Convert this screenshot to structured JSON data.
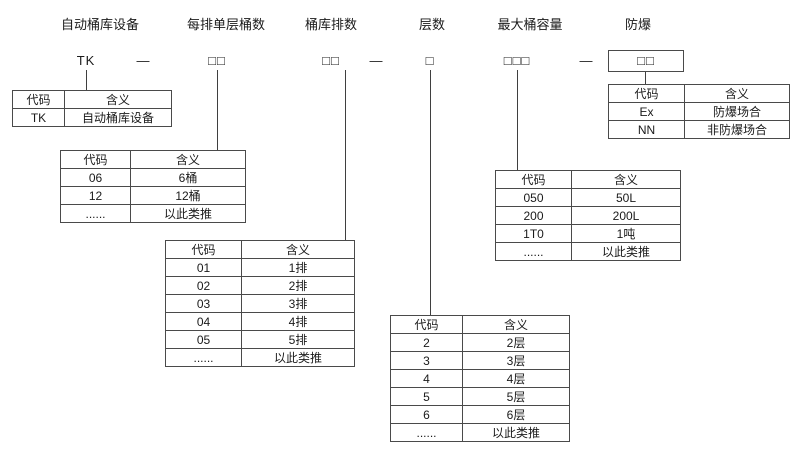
{
  "diagram": {
    "separator": "—",
    "segments": [
      {
        "label": "自动桶库设备",
        "code": "TK"
      },
      {
        "label": "每排单层桶数",
        "code": "□□"
      },
      {
        "label": "桶库排数",
        "code": "□□"
      },
      {
        "label": "层数",
        "code": "□"
      },
      {
        "label": "最大桶容量",
        "code": "□□□"
      },
      {
        "label": "防爆",
        "code": "□□"
      }
    ],
    "tables": [
      {
        "name": "自动桶库设备",
        "headers": [
          "代码",
          "含义"
        ],
        "rows": [
          [
            "TK",
            "自动桶库设备"
          ]
        ]
      },
      {
        "name": "每排单层桶数",
        "headers": [
          "代码",
          "含义"
        ],
        "rows": [
          [
            "06",
            "6桶"
          ],
          [
            "12",
            "12桶"
          ],
          [
            "......",
            "以此类推"
          ]
        ]
      },
      {
        "name": "桶库排数",
        "headers": [
          "代码",
          "含义"
        ],
        "rows": [
          [
            "01",
            "1排"
          ],
          [
            "02",
            "2排"
          ],
          [
            "03",
            "3排"
          ],
          [
            "04",
            "4排"
          ],
          [
            "05",
            "5排"
          ],
          [
            "......",
            "以此类推"
          ]
        ]
      },
      {
        "name": "层数",
        "headers": [
          "代码",
          "含义"
        ],
        "rows": [
          [
            "2",
            "2层"
          ],
          [
            "3",
            "3层"
          ],
          [
            "4",
            "4层"
          ],
          [
            "5",
            "5层"
          ],
          [
            "6",
            "6层"
          ],
          [
            "......",
            "以此类推"
          ]
        ]
      },
      {
        "name": "最大桶容量",
        "headers": [
          "代码",
          "含义"
        ],
        "rows": [
          [
            "050",
            "50L"
          ],
          [
            "200",
            "200L"
          ],
          [
            "1T0",
            "1吨"
          ],
          [
            "......",
            "以此类推"
          ]
        ]
      },
      {
        "name": "防爆",
        "headers": [
          "代码",
          "含义"
        ],
        "rows": [
          [
            "Ex",
            "防爆场合"
          ],
          [
            "NN",
            "非防爆场合"
          ]
        ]
      }
    ],
    "colors": {
      "line": "#3f3f3f",
      "border": "#4a4a4a",
      "text": "#1a1a1a",
      "background": "#ffffff"
    }
  }
}
